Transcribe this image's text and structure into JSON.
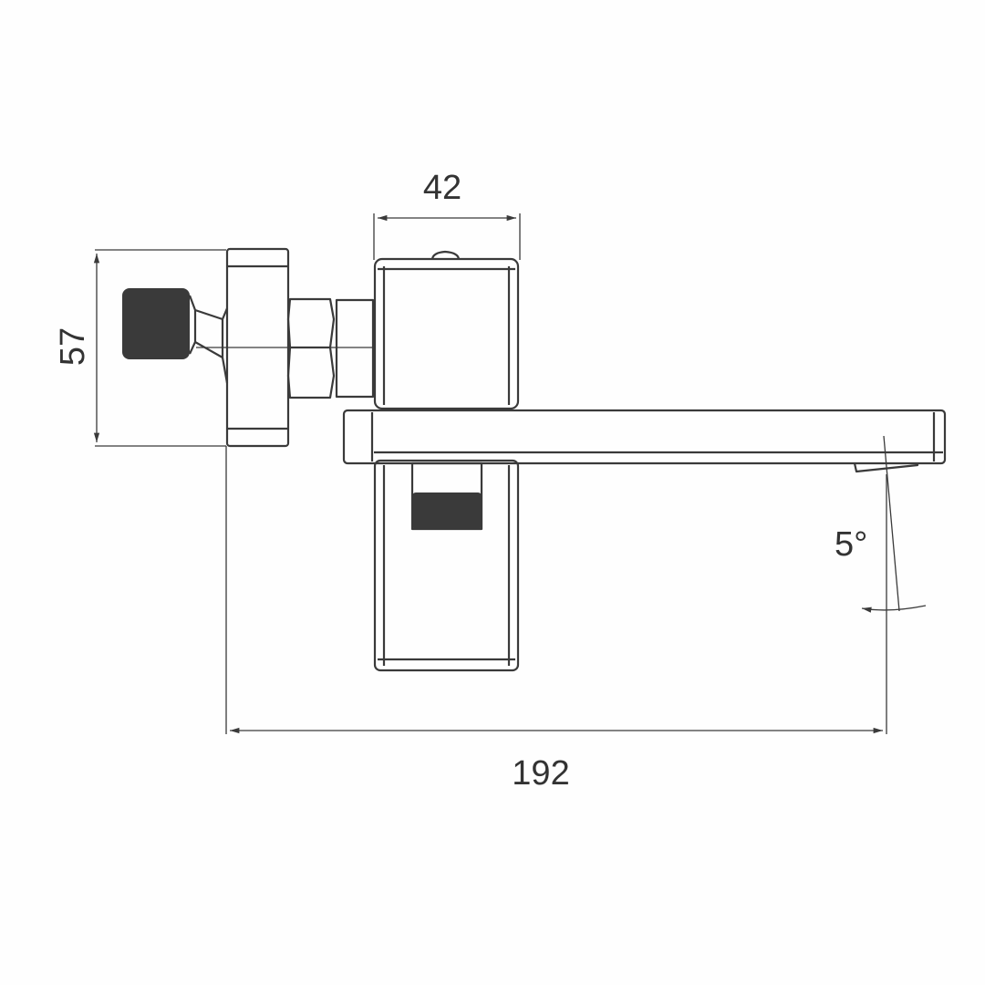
{
  "drawing": {
    "dimensions": {
      "width_top": "42",
      "height_left": "57",
      "overall_length": "192",
      "spout_angle": "5°"
    },
    "colors": {
      "line": "#3a3a3a",
      "thread": "#3a3a3a",
      "background": "#fefefe"
    }
  }
}
